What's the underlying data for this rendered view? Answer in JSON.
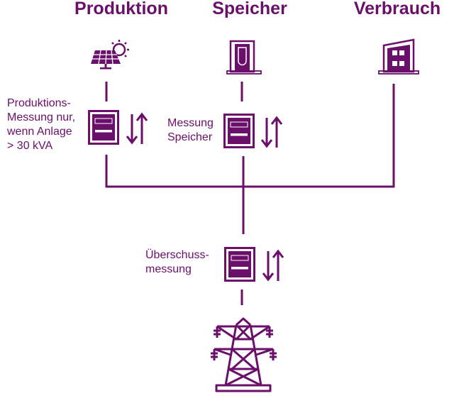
{
  "colors": {
    "primary": "#6a0f6a"
  },
  "columns": [
    {
      "title": "Produktion",
      "icon": "solar-panel-icon"
    },
    {
      "title": "Speicher",
      "icon": "battery-icon"
    },
    {
      "title": "Verbrauch",
      "icon": "building-icon"
    }
  ],
  "labels": {
    "production_meter": [
      "Produktions-",
      "Messung nur,",
      "wenn Anlage",
      "> 30 kVA"
    ],
    "storage_meter": [
      "Messung",
      "Speicher"
    ],
    "surplus_meter": [
      "Überschuss-",
      "messung"
    ]
  },
  "grid": {
    "icon": "power-pylon-icon"
  },
  "meter": {
    "icon": "electricity-meter-icon",
    "arrows": "bidirectional-arrows-icon"
  }
}
